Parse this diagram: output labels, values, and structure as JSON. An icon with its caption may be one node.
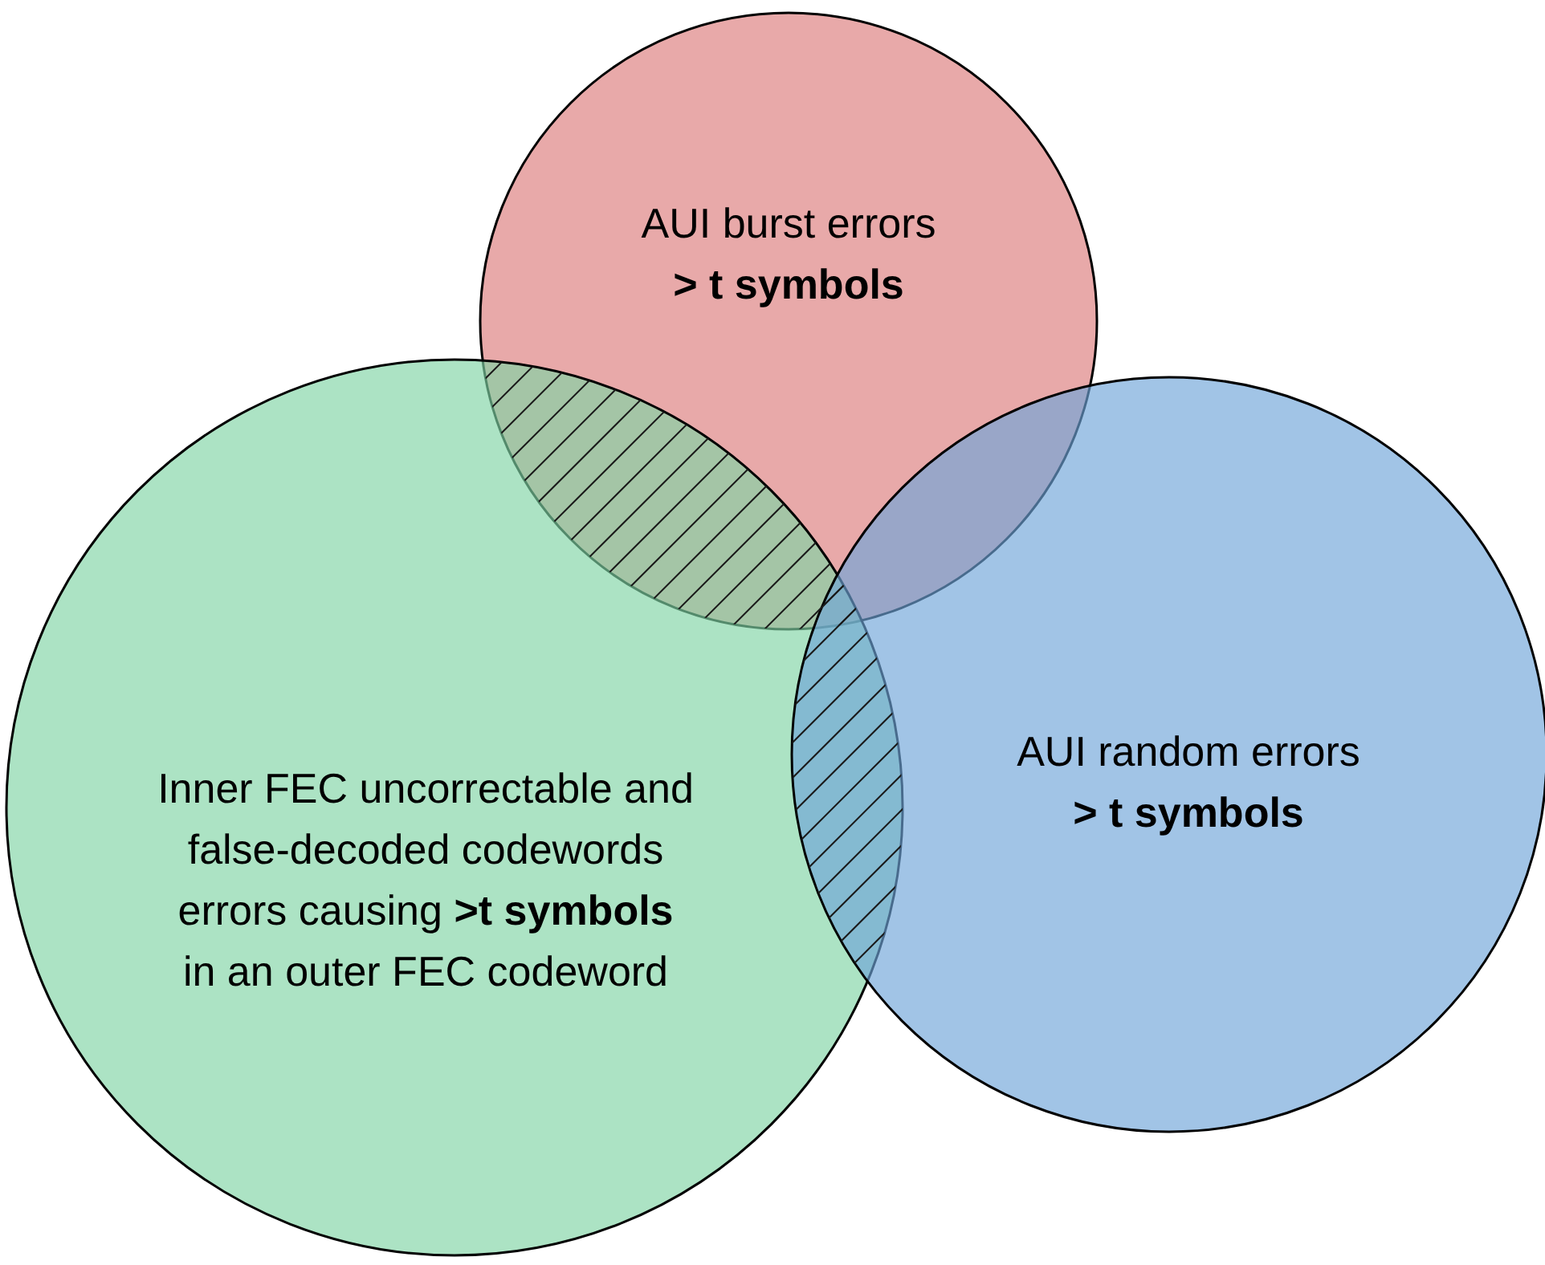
{
  "diagram": {
    "nodes": [
      {
        "text": [
          "AUI burst errors",
          "> t symbols"
        ]
      },
      {
        "text": [
          "Inner FEC uncorrectable and false-decoded codewords errors causing **>t symbols** in an outer FEC codeword"
        ]
      },
      {
        "text": [
          "AUI random errors",
          "> t symbols"
        ]
      }
    ],
    "edges": []
  }
}
